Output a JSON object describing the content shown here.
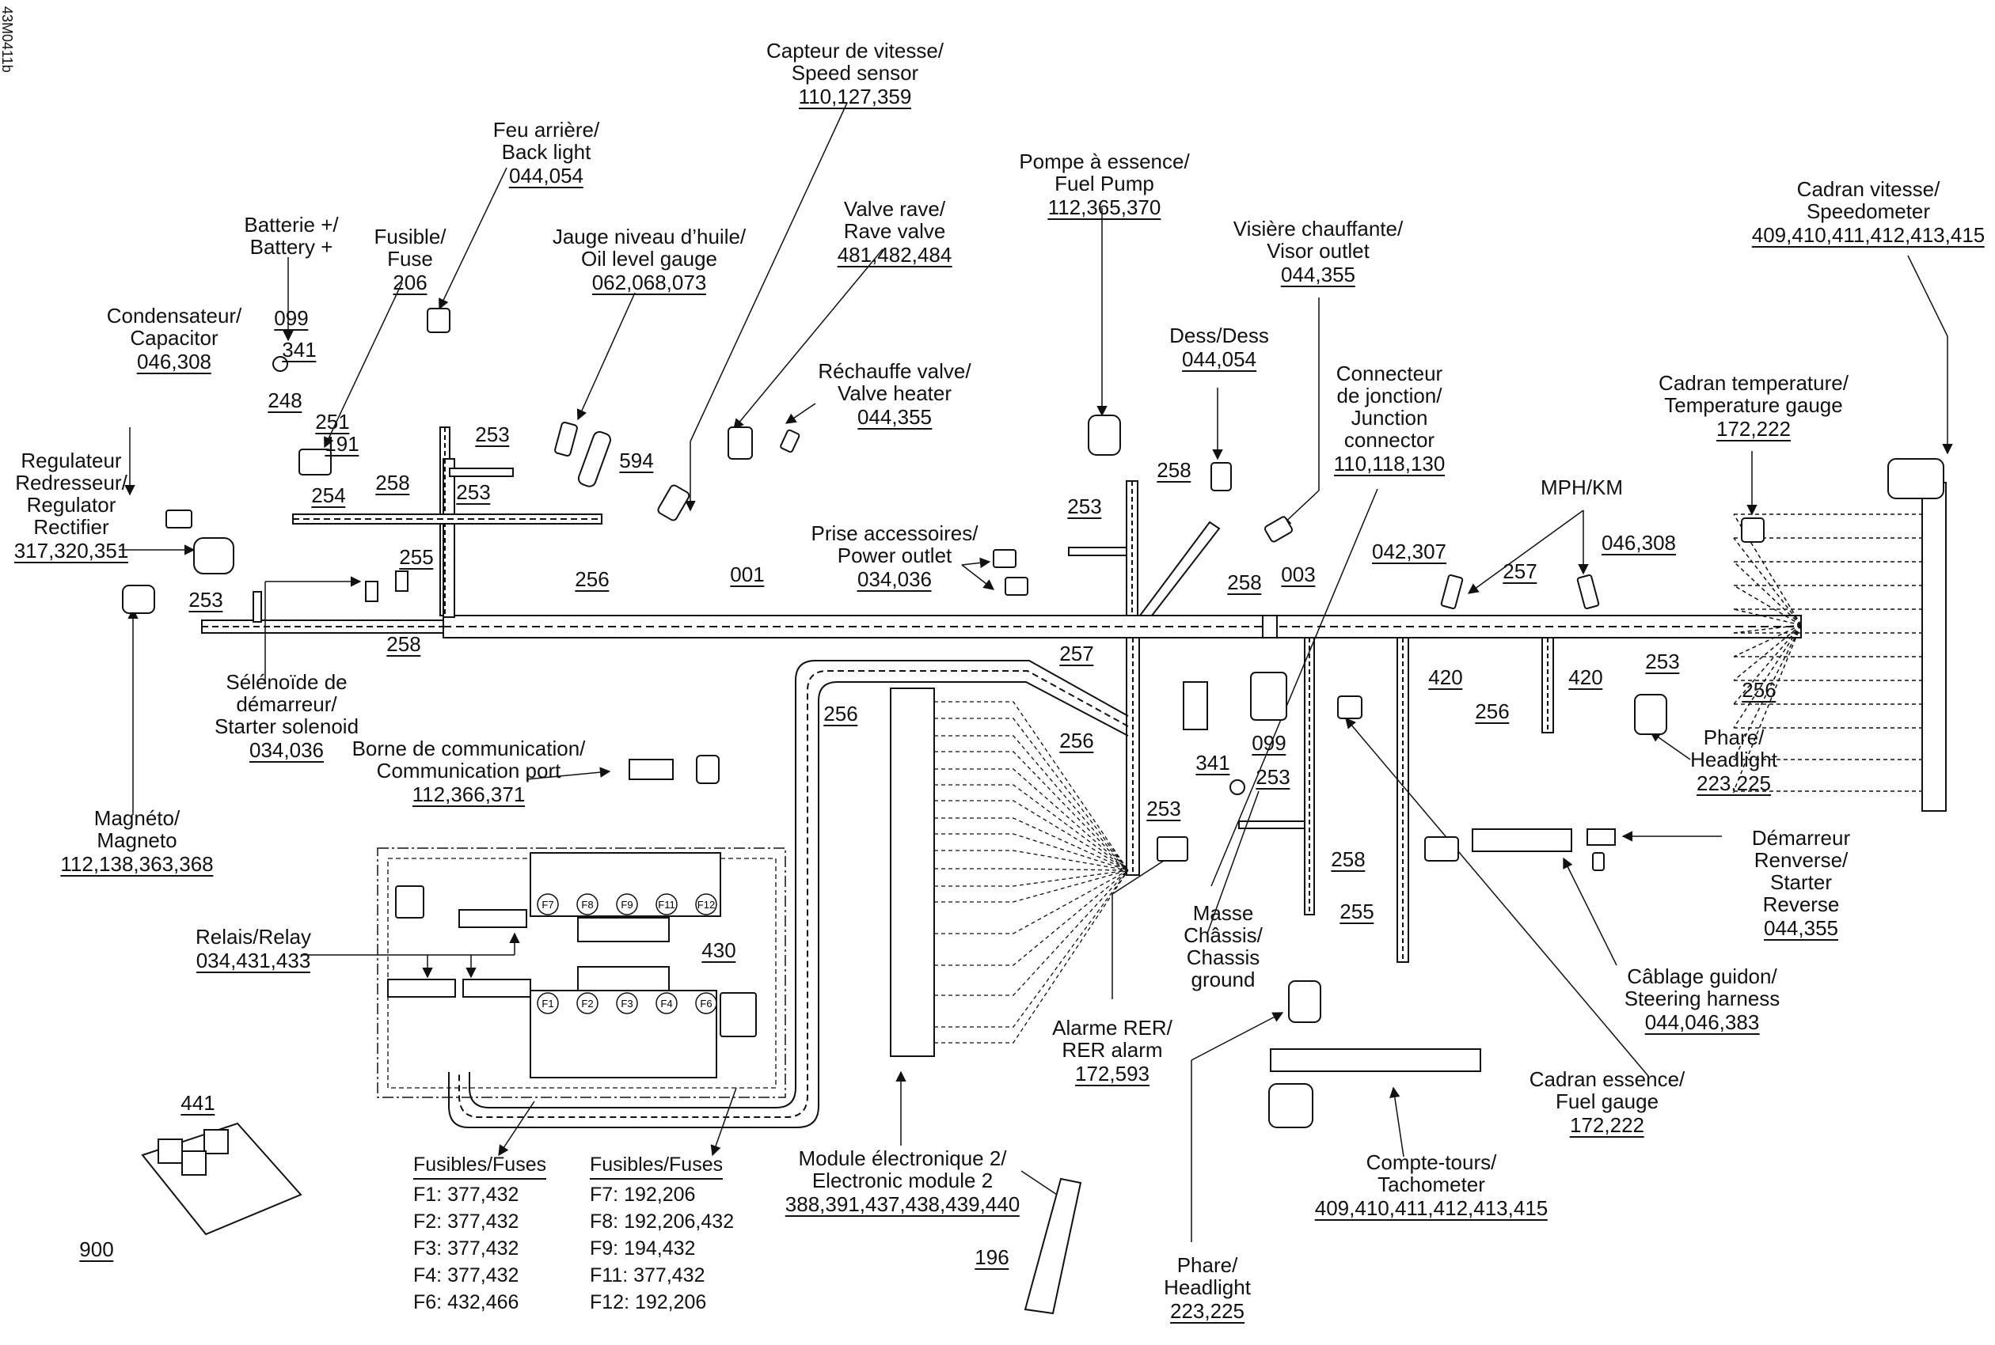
{
  "document_id": "43M0411b",
  "callouts": [
    {
      "id": "speed-sensor",
      "fr": "Capteur de vitesse/",
      "en": "Speed sensor",
      "refs": "110,127,359"
    },
    {
      "id": "back-light",
      "fr": "Feu arrière/",
      "en": "Back light",
      "refs": "044,054"
    },
    {
      "id": "fuel-pump",
      "fr": "Pompe à essence/",
      "en": "Fuel Pump",
      "refs": "112,365,370"
    },
    {
      "id": "rave-valve",
      "fr": "Valve rave/",
      "en": "Rave valve",
      "refs": "481,482,484"
    },
    {
      "id": "battery",
      "fr": "Batterie +/",
      "en": "Battery +",
      "refs": ""
    },
    {
      "id": "fuse",
      "fr": "Fusible/",
      "en": "Fuse",
      "refs": "206"
    },
    {
      "id": "oil-gauge",
      "fr": "Jauge niveau d’huile/",
      "en": "Oil level gauge",
      "refs": "062,068,073"
    },
    {
      "id": "visor-outlet",
      "fr": "Visière chauffante/",
      "en": "Visor outlet",
      "refs": "044,355"
    },
    {
      "id": "speedometer",
      "fr": "Cadran vitesse/",
      "en": "Speedometer",
      "refs": "409,410,411,412,413,415"
    },
    {
      "id": "dess",
      "fr": "Dess/Dess",
      "en": "",
      "refs": "044,054"
    },
    {
      "id": "valve-heater",
      "fr": "Réchauffe valve/",
      "en": "Valve heater",
      "refs": "044,355"
    },
    {
      "id": "capacitor",
      "fr": "Condensateur/",
      "en": "Capacitor",
      "refs": "046,308"
    },
    {
      "id": "junction-connector",
      "fr": "Connecteur de jonction/",
      "en": "Junction connector",
      "refs": "110,118,130"
    },
    {
      "id": "temperature-gauge",
      "fr": "Cadran temperature/",
      "en": "Temperature gauge",
      "refs": "172,222"
    },
    {
      "id": "regulator",
      "fr": "Regulateur Redresseur/",
      "en": "Regulator Rectifier",
      "refs": "317,320,351"
    },
    {
      "id": "power-outlet",
      "fr": "Prise accessoires/",
      "en": "Power outlet",
      "refs": "034,036"
    },
    {
      "id": "mph-km",
      "fr": "MPH/KM",
      "en": "",
      "refs": ""
    },
    {
      "id": "starter-solenoid",
      "fr": "Sélénoïde de démarreur/",
      "en": "Starter solenoid",
      "refs": "034,036"
    },
    {
      "id": "headlight-right",
      "fr": "Phare/",
      "en": "Headlight",
      "refs": "223,225"
    },
    {
      "id": "communication-port",
      "fr": "Borne de communication/",
      "en": "Communication port",
      "refs": "112,366,371"
    },
    {
      "id": "magneto",
      "fr": "Magnéto/",
      "en": "Magneto",
      "refs": "112,138,363,368"
    },
    {
      "id": "starter-reverse",
      "fr": "Démarreur Renverse/",
      "en": "Starter Reverse",
      "refs": "044,355"
    },
    {
      "id": "chassis-ground",
      "fr": "Masse Châssis/",
      "en": "Chassis ground",
      "refs": ""
    },
    {
      "id": "relay",
      "fr": "Relais/Relay",
      "en": "",
      "refs": "034,431,433"
    },
    {
      "id": "steering-harness",
      "fr": "Câblage guidon/",
      "en": "Steering harness",
      "refs": "044,046,383"
    },
    {
      "id": "rer-alarm",
      "fr": "Alarme RER/",
      "en": "RER alarm",
      "refs": "172,593"
    },
    {
      "id": "fuel-gauge",
      "fr": "Cadran essence/",
      "en": "Fuel gauge",
      "refs": "172,222"
    },
    {
      "id": "tachometer",
      "fr": "Compte-tours/",
      "en": "Tachometer",
      "refs": "409,410,411,412,413,415"
    },
    {
      "id": "electronic-module",
      "fr": "Module électronique 2/",
      "en": "Electronic module 2",
      "refs": "388,391,437,438,439,440"
    },
    {
      "id": "headlight-bottom",
      "fr": "Phare/",
      "en": "Headlight",
      "refs": "223,225"
    }
  ],
  "part_numbers": {
    "n099a": "099",
    "n341a": "341",
    "n248": "248",
    "n251": "251",
    "n191": "191",
    "n253a": "253",
    "n258a": "258",
    "n253b": "253",
    "n254": "254",
    "n255a": "255",
    "n253c": "253",
    "n256a": "256",
    "n258b": "258",
    "n001": "001",
    "n594": "594",
    "n253d": "253",
    "n258c": "258",
    "n258d": "258",
    "n003": "003",
    "n042307": "042,307",
    "n257a": "257",
    "n046308": "046,308",
    "n420a": "420",
    "n420b": "420",
    "n253e": "253",
    "n256b": "256",
    "n257b": "257",
    "n256c": "256",
    "n256d": "256",
    "n099b": "099",
    "n341b": "341",
    "n253f": "253",
    "n253g": "253",
    "n258e": "258",
    "n255b": "255",
    "n256e": "256",
    "n430": "430",
    "n441": "441",
    "n900": "900",
    "n196": "196"
  },
  "fuses": {
    "left": {
      "header": "Fusibles/Fuses",
      "items": [
        "F1: 377,432",
        "F2: 377,432",
        "F3: 377,432",
        "F4: 377,432",
        "F6: 432,466"
      ]
    },
    "right": {
      "header": "Fusibles/Fuses",
      "items": [
        "F7: 192,206",
        "F8: 192,206,432",
        "F9: 194,432",
        "F11: 377,432",
        "F12: 192,206"
      ]
    }
  },
  "fuse_box": {
    "top_fuses": [
      "F7",
      "F8",
      "F9",
      "F11",
      "F12"
    ],
    "bottom_fuses": [
      "F1",
      "F2",
      "F3",
      "F4",
      "F6"
    ]
  }
}
